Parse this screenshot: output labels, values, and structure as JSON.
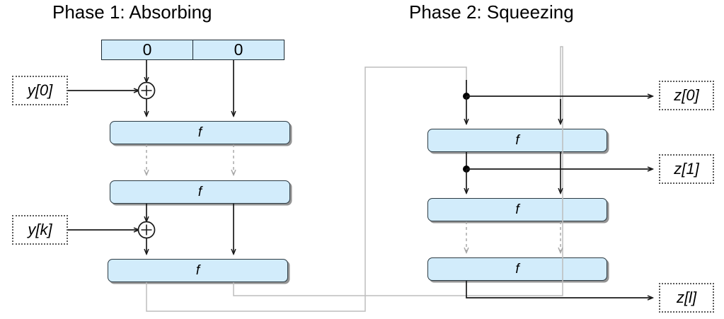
{
  "diagram": {
    "kind": "sponge-construction",
    "phases": [
      {
        "id": "absorbing",
        "title": "Phase 1: Absorbing"
      },
      {
        "id": "squeezing",
        "title": "Phase 2: Squeezing"
      }
    ]
  },
  "phase1": {
    "title": "Phase 1: Absorbing",
    "state_cells": [
      {
        "name": "rate-cell",
        "value": "0"
      },
      {
        "name": "capacity-cell",
        "value": "0"
      }
    ],
    "f_blocks": [
      {
        "label": "f"
      },
      {
        "label": "f"
      },
      {
        "label": "f"
      }
    ],
    "xor_nodes": [
      {
        "label": "+"
      },
      {
        "label": "+"
      }
    ],
    "inputs": [
      {
        "label": "y[0]",
        "var": "y",
        "index": "[0]"
      },
      {
        "label": "y[k]",
        "var": "y",
        "index": "[k]"
      }
    ]
  },
  "phase2": {
    "title": "Phase 2: Squeezing",
    "f_blocks": [
      {
        "label": "f"
      },
      {
        "label": "f"
      },
      {
        "label": "f"
      }
    ],
    "outputs": [
      {
        "label": "z[0]",
        "var": "z",
        "index": "[0]"
      },
      {
        "label": "z[1]",
        "var": "z",
        "index": "[1]"
      },
      {
        "label": "z[l]",
        "var": "z",
        "index": "[l]"
      }
    ],
    "tap_points": 2
  },
  "colors": {
    "block_fill": "#d2ecfb",
    "block_stroke": "#2b3a42",
    "wire": "#1a1a1a",
    "elide_wire": "#a8a8a8",
    "feedback_wire": "#bdbdbd",
    "io_border": "#5a5a5a",
    "background": "#ffffff"
  }
}
